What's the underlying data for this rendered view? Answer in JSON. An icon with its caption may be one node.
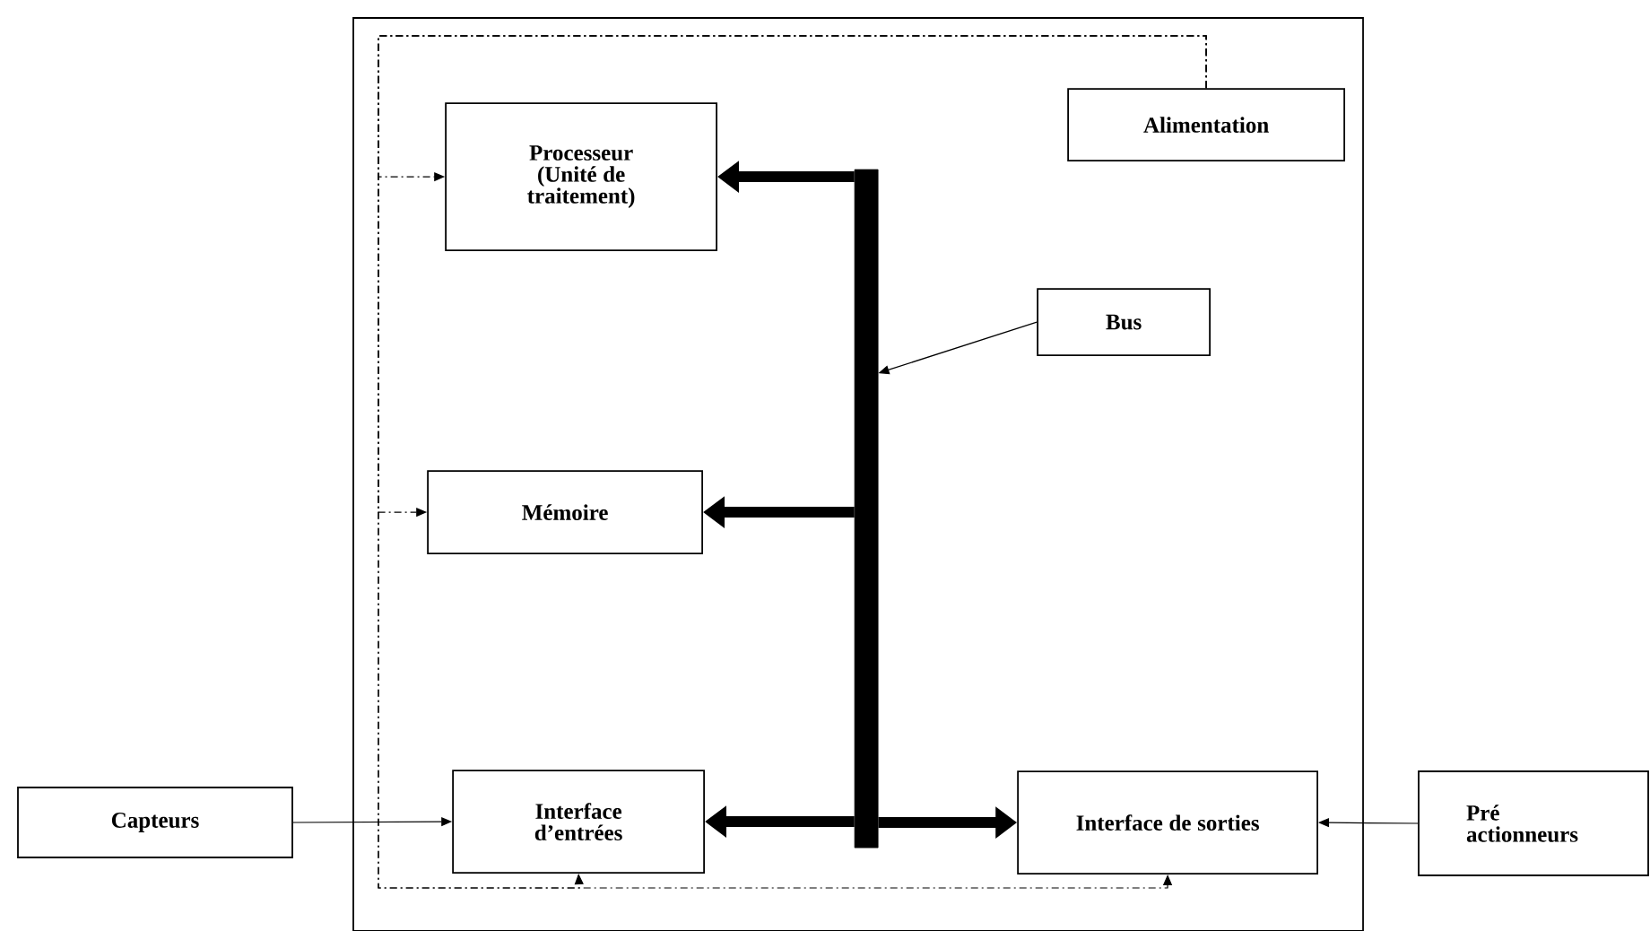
{
  "diagram": {
    "nodes": [
      {
        "text": [],
        "shape": "box"
      },
      {
        "text": [
          "Processeur (Unité de traitement)"
        ],
        "in": 0
      },
      {
        "text": [
          "Alimentation"
        ],
        "in": 0
      },
      {
        "text": [
          "Bus"
        ],
        "in": 0
      },
      {
        "text": [],
        "shape": "bar",
        "in": 0
      },
      {
        "text": [
          "Mémoire"
        ],
        "in": 0
      },
      {
        "text": [
          "Capteurs"
        ]
      },
      {
        "text": [
          "Interface d’entrées"
        ],
        "in": 0
      },
      {
        "text": [
          "Interface de sorties"
        ],
        "in": 0
      },
      {
        "text": [
          "Pré actionneurs"
        ]
      }
    ],
    "edges": [
      {
        "from": 2,
        "to": 1,
        "arrow": "to",
        "style": "dashed"
      },
      {
        "from": 2,
        "to": 5,
        "arrow": "to",
        "style": "dashed"
      },
      {
        "from": 2,
        "to": 7,
        "arrow": "to",
        "style": "dashed"
      },
      {
        "from": 2,
        "to": 8,
        "arrow": "to",
        "style": "dashed"
      },
      {
        "from": 4,
        "to": 1,
        "arrow": "to",
        "style": "thick"
      },
      {
        "from": 4,
        "to": 5,
        "arrow": "to",
        "style": "thick"
      },
      {
        "from": 4,
        "to": 7,
        "arrow": "to",
        "style": "thick"
      },
      {
        "from": 4,
        "to": 8,
        "arrow": "to",
        "style": "thick"
      },
      {
        "from": 3,
        "to": 4,
        "arrow": "to"
      },
      {
        "from": 6,
        "to": 7,
        "arrow": "to"
      },
      {
        "from": 9,
        "to": 8,
        "arrow": "to"
      }
    ]
  }
}
